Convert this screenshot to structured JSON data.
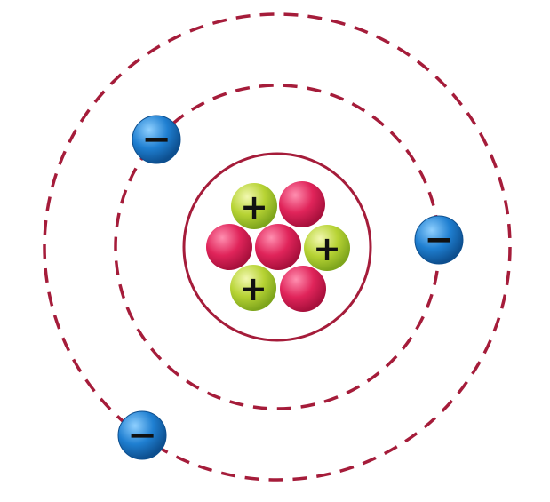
{
  "diagram": {
    "type": "atom-model",
    "colors": {
      "orbit": "#a51c3a",
      "nucleus_outline": "#a51c3a",
      "proton_fill": "#b7d334",
      "proton_highlight": "#f2f8b0",
      "proton_edge": "#7ea51c",
      "neutron_fill": "#e0245a",
      "neutron_highlight": "#ff8fb0",
      "neutron_edge": "#a8103c",
      "electron_fill": "#1f7fd1",
      "electron_highlight": "#8fd0ff",
      "electron_edge": "#0d4f8f",
      "sign": "#111111"
    },
    "orbits": [
      {
        "name": "inner-orbit",
        "style": "dashed"
      },
      {
        "name": "outer-orbit",
        "style": "dashed"
      }
    ],
    "nucleus": {
      "protons": 3,
      "neutrons": 4,
      "proton_symbol": "+",
      "neutron_symbol": ""
    },
    "electrons": {
      "count": 3,
      "symbol": "−"
    }
  }
}
